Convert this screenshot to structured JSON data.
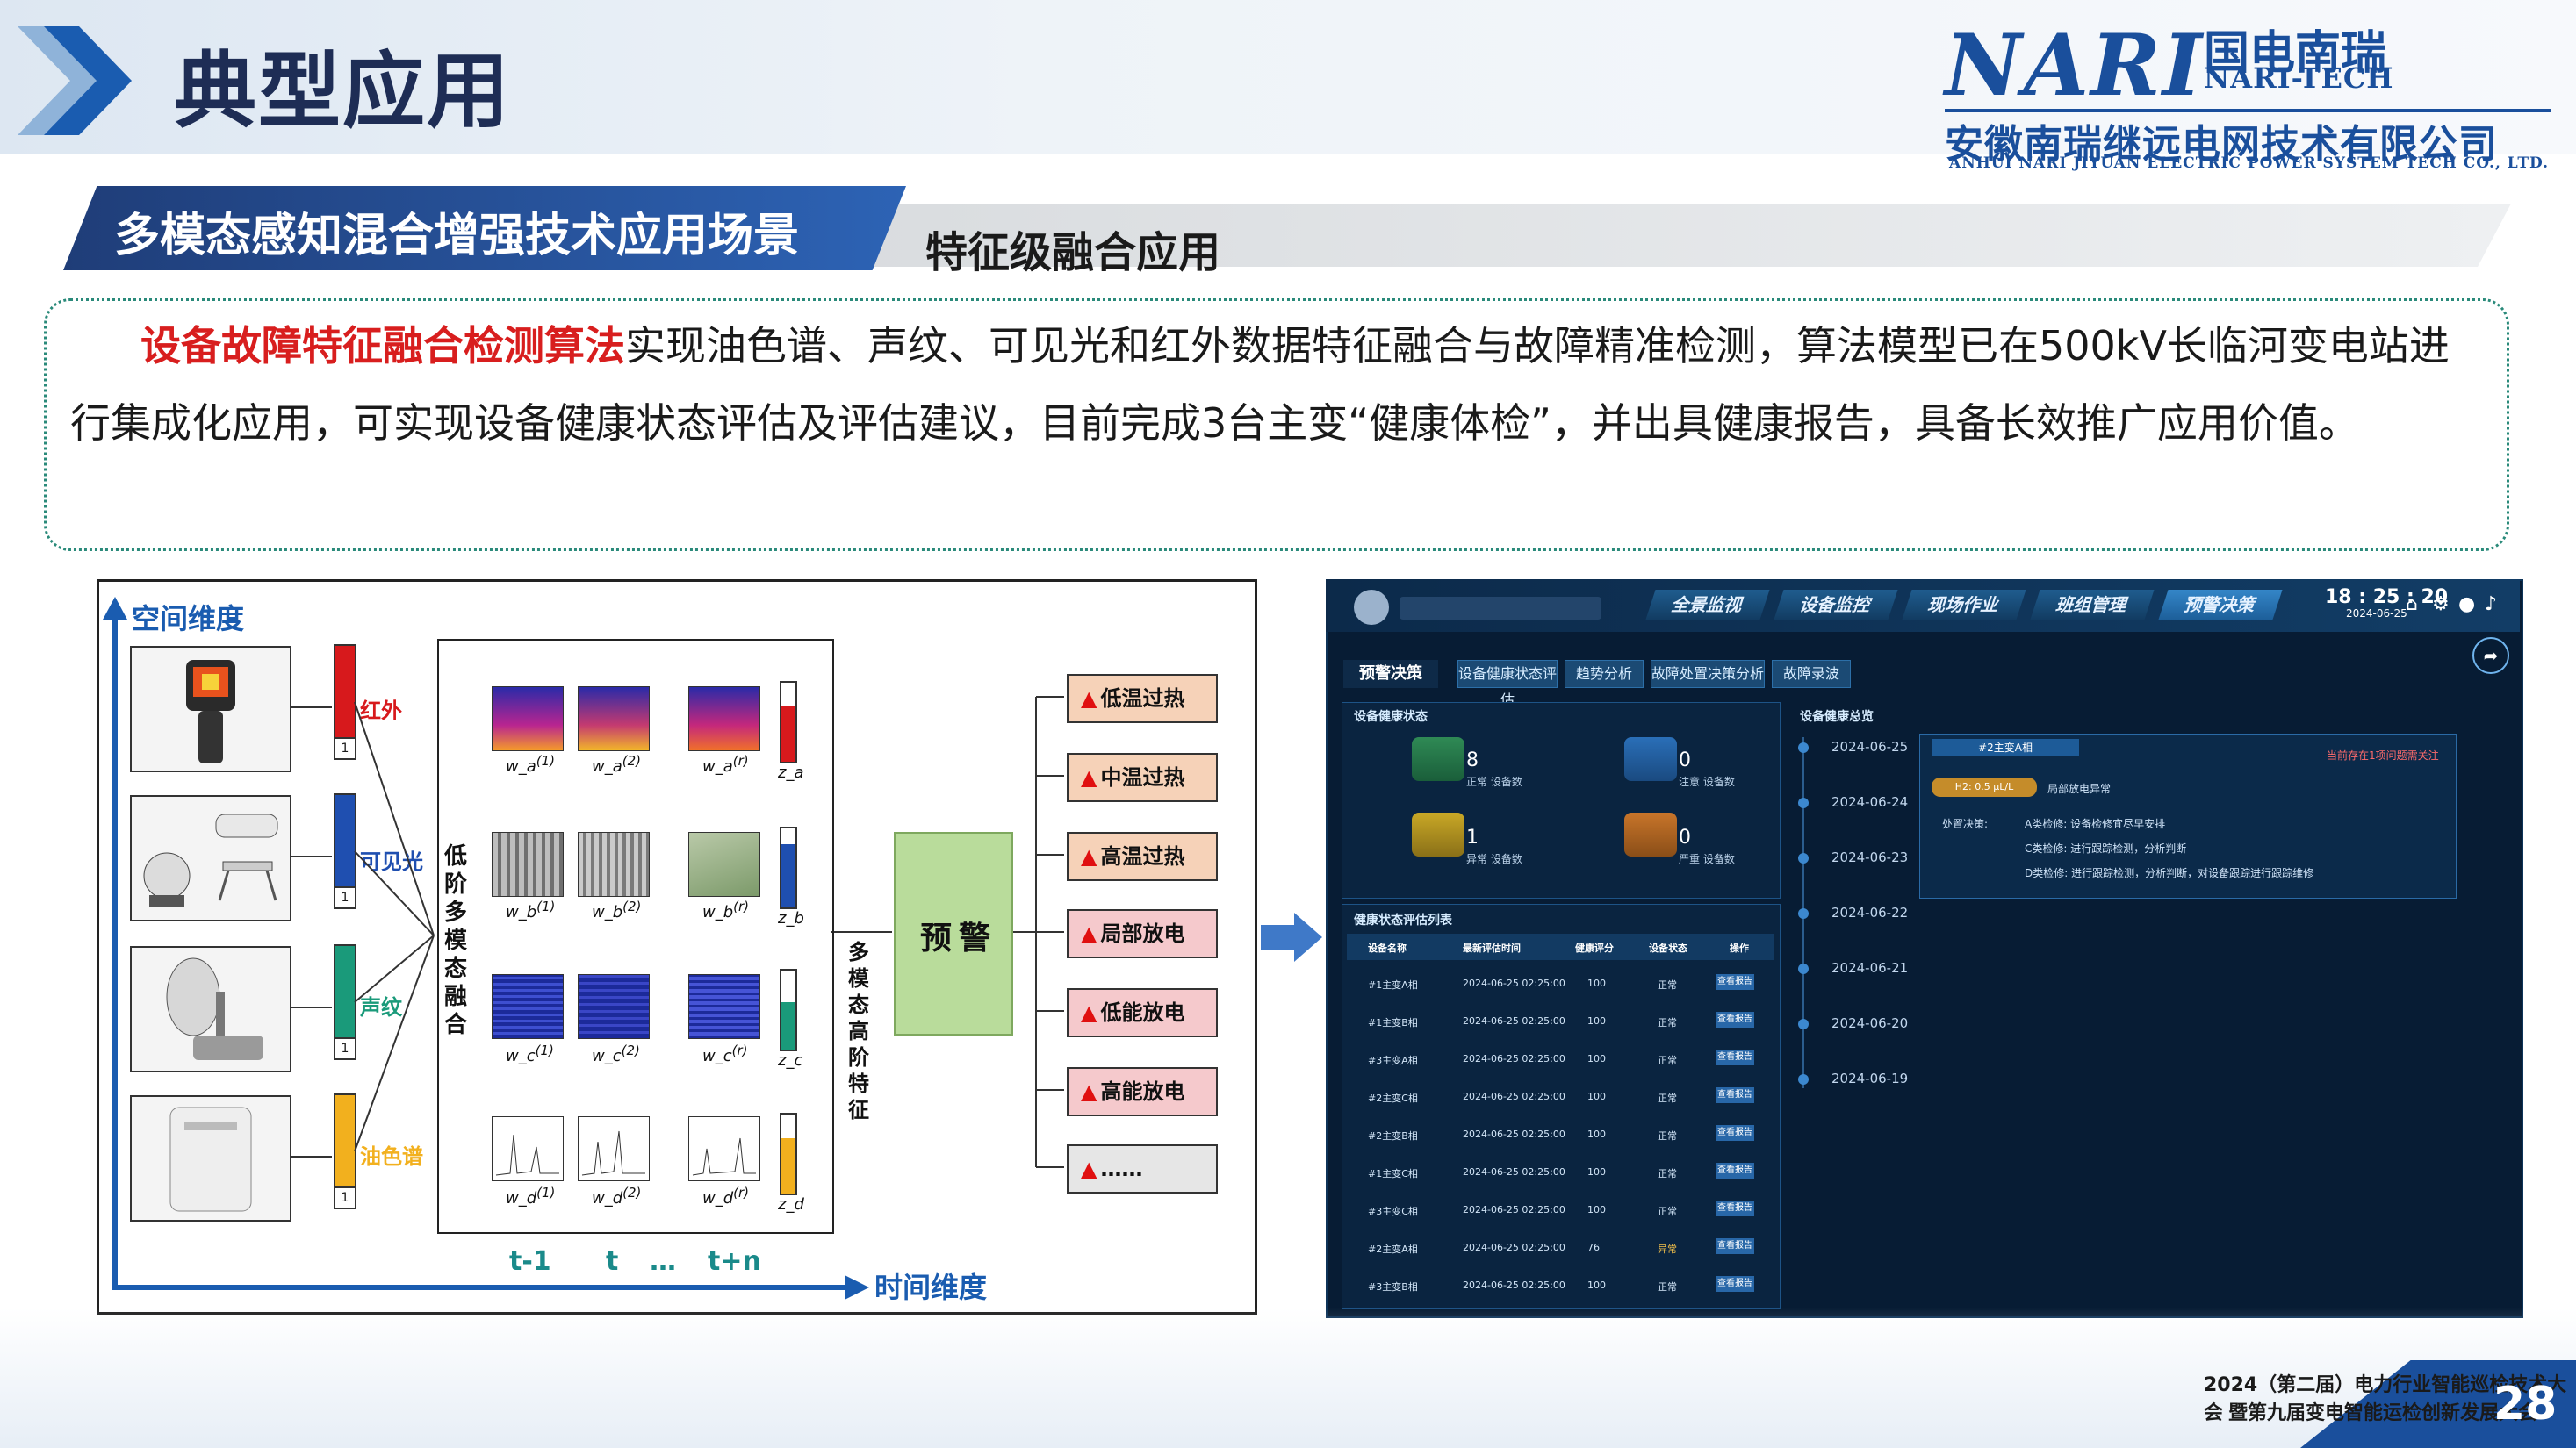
{
  "header": {
    "title": "典型应用",
    "logo_nari": "NARI",
    "logo_cn": "国电南瑞",
    "logo_tech": "NARI-TECH",
    "company_cn": "安徽南瑞继远电网技术有限公司",
    "company_en": "ANHUI NARI JIYUAN ELECTRIC POWER SYSTEM TECH CO., LTD."
  },
  "section": {
    "title": "多模态感知混合增强技术应用场景",
    "subtitle": "特征级融合应用"
  },
  "paragraph": {
    "highlight": "设备故障特征融合检测算法",
    "body": "实现油色谱、声纹、可见光和红外数据特征融合与故障精准检测，算法模型已在500kV长临河变电站进行集成化应用，可实现设备健康状态评估及评估建议，目前完成3台主变“健康体检”，并出具健康报告，具备长效推广应用价值。"
  },
  "diagram": {
    "space_axis": "空间维度",
    "time_axis": "时间维度",
    "time_ticks": [
      "t-1",
      "t",
      "…",
      "t+n"
    ],
    "modalities": [
      {
        "label": "红外",
        "color": "#d7191c",
        "w": "w_a",
        "z": "z_a"
      },
      {
        "label": "可见光",
        "color": "#1f4fb0",
        "w": "w_b",
        "z": "z_b"
      },
      {
        "label": "声纹",
        "color": "#1a9a7a",
        "w": "w_c",
        "z": "z_c"
      },
      {
        "label": "油色谱",
        "color": "#f2b01e",
        "w": "w_d",
        "z": "z_d"
      }
    ],
    "bar_one": "1",
    "fusion_label": "低阶多模态融合",
    "high_feature_label": "多模态高阶特征",
    "warning": "预警",
    "alarms": [
      "低温过热",
      "中温过热",
      "高温过热",
      "局部放电",
      "低能放电",
      "高能放电",
      "……"
    ],
    "w_superscripts": [
      "(1)",
      "(2)",
      "(r)"
    ]
  },
  "dashboard": {
    "tabs": [
      "全景监视",
      "设备监控",
      "现场作业",
      "班组管理",
      "预警决策"
    ],
    "time": "18 : 25 : 20",
    "date": "2024-06-25",
    "subtabs": [
      "预警决策",
      "设备健康状态评估",
      "趋势分析",
      "故障处置决策分析",
      "故障录波"
    ],
    "health_panel_title": "设备健康状态",
    "stats": [
      {
        "value": "8",
        "label": "正常 设备数"
      },
      {
        "value": "0",
        "label": "注意 设备数"
      },
      {
        "value": "1",
        "label": "异常 设备数"
      },
      {
        "value": "0",
        "label": "严重 设备数"
      }
    ],
    "list_title": "健康状态评估列表",
    "table_headers": [
      "设备名称",
      "最新评估时间",
      "健康评分",
      "设备状态",
      "操作"
    ],
    "rows": [
      {
        "name": "#1主变A相",
        "time": "2024-06-25 02:25:00",
        "score": "100",
        "state": "正常",
        "op": "查看报告"
      },
      {
        "name": "#1主变B相",
        "time": "2024-06-25 02:25:00",
        "score": "100",
        "state": "正常",
        "op": "查看报告"
      },
      {
        "name": "#3主变A相",
        "time": "2024-06-25 02:25:00",
        "score": "100",
        "state": "正常",
        "op": "查看报告"
      },
      {
        "name": "#2主变C相",
        "time": "2024-06-25 02:25:00",
        "score": "100",
        "state": "正常",
        "op": "查看报告"
      },
      {
        "name": "#2主变B相",
        "time": "2024-06-25 02:25:00",
        "score": "100",
        "state": "正常",
        "op": "查看报告"
      },
      {
        "name": "#1主变C相",
        "time": "2024-06-25 02:25:00",
        "score": "100",
        "state": "正常",
        "op": "查看报告"
      },
      {
        "name": "#3主变C相",
        "time": "2024-06-25 02:25:00",
        "score": "100",
        "state": "正常",
        "op": "查看报告"
      },
      {
        "name": "#2主变A相",
        "time": "2024-06-25 02:25:00",
        "score": "76",
        "state": "异常",
        "op": "查看报告"
      },
      {
        "name": "#3主变B相",
        "time": "2024-06-25 02:25:00",
        "score": "100",
        "state": "正常",
        "op": "查看报告"
      }
    ],
    "detail_title": "设备健康总览",
    "timeline": [
      "2024-06-25",
      "2024-06-24",
      "2024-06-23",
      "2024-06-22",
      "2024-06-21",
      "2024-06-20",
      "2024-06-19"
    ],
    "detail_device": "#2主变A相",
    "detail_badge": "H2: 0.5 μL/L",
    "detail_warn": "局部放电异常",
    "detail_alert": "当前存在1项问题需关注",
    "detail_suggest_label": "处置决策:",
    "detail_lines": [
      "A类检修: 设备检修宜尽早安排",
      "C类检修: 进行跟踪检测，分析判断",
      "D类检修: 进行跟踪检测，分析判断，对设备跟踪进行跟踪维修"
    ]
  },
  "footer": {
    "line1": "2024（第二届）电力行业智能巡检技术大会",
    "line2": "暨第九届变电智能运检创新发展大会",
    "page": "28"
  }
}
